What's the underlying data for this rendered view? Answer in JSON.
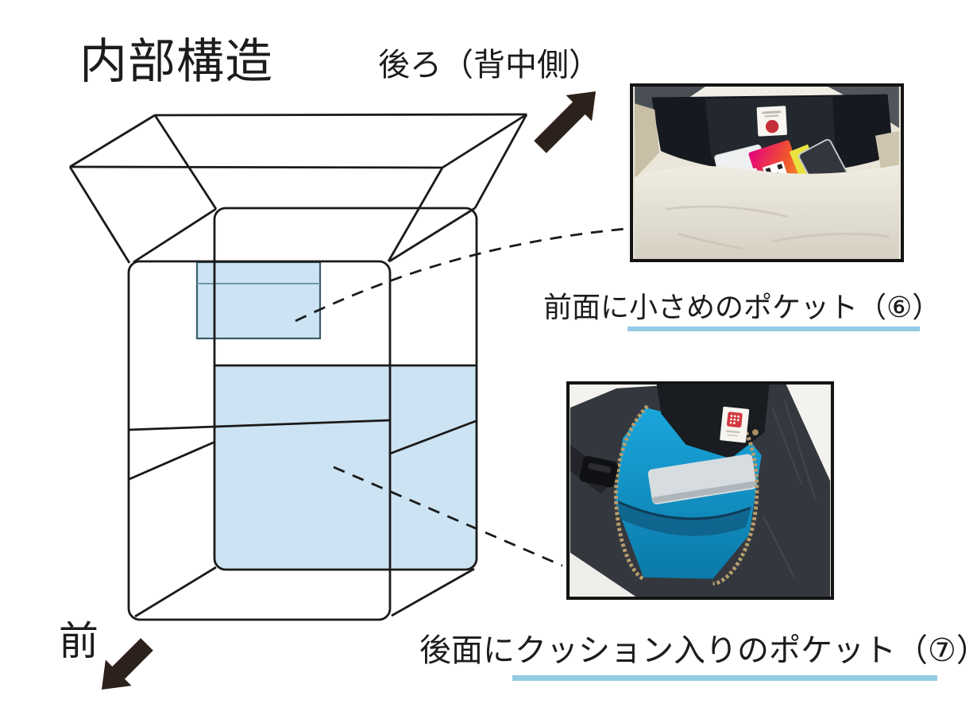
{
  "page": {
    "title": "内部構造"
  },
  "directions": {
    "back_label": "後ろ（背中側）",
    "front_label": "前"
  },
  "captions": {
    "front_pocket": "前面に小さめのポケット（⑥）",
    "rear_pocket": "後面にクッション入りのポケット（⑦）"
  },
  "colors": {
    "diagram-line": "#1a1a1a",
    "pocket-fill": "#cbe3f2",
    "pocket6-stroke": "#3a5c6b",
    "pocket6-divider": "#7097a8",
    "underline": "#92cbe6",
    "arrow": "#2d211c",
    "text": "#1c1c1c"
  }
}
